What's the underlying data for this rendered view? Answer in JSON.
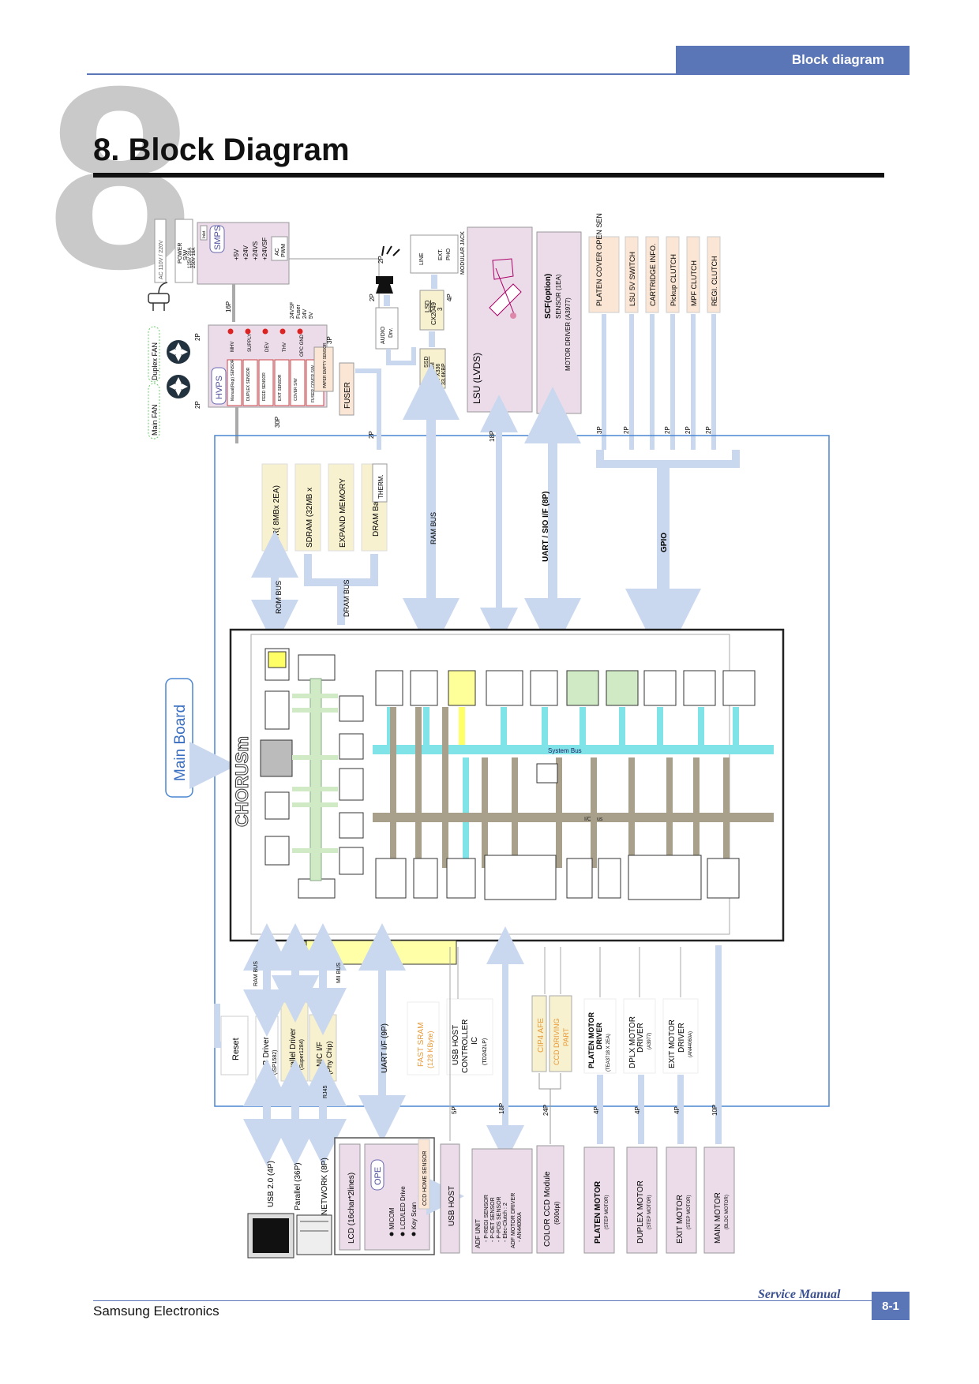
{
  "header": {
    "section_tab": "Block diagram",
    "chapter_number": "8",
    "title": "8. Block Diagram"
  },
  "footer": {
    "company": "Samsung Electronics",
    "manual": "Service Manual",
    "page": "8-1"
  },
  "colors": {
    "accent": "#5b76b6",
    "pink_box": "#ecdcea",
    "yellow_box": "#f7f1cf",
    "peach_box": "#fbe6d5",
    "orange_text": "#e69a3a",
    "blue_frame": "#4a86d0",
    "arrow": "#c9d8ee"
  },
  "top": {
    "ac_label": "AC 110V / 220V",
    "power_sw": [
      "POWER",
      "S/W",
      "125V 20A",
      "250V 16A"
    ],
    "smps": {
      "inlet": "Inlet",
      "title": "SMPS",
      "outputs": [
        "+5V",
        "+24V",
        "+24VS",
        "+24VSF"
      ],
      "ac": "AC",
      "pwm": "PWM"
    },
    "hvps": {
      "title": "HVPS",
      "outputs": [
        "MHV",
        "SUPPLY",
        "DEV",
        "THV",
        "OPC GND"
      ],
      "sensors": [
        "Manual(Regi) SENSOR",
        "DUPLEX SENSOR",
        "FEED SENSOR",
        "EXIT SENSOR",
        "COVER S/W",
        "FUSER COVER S/W"
      ]
    },
    "supply_lines": [
      "24VSF",
      "Fuser",
      "24V",
      "5V"
    ],
    "fans": {
      "duplex": "Duplex FAN",
      "main": "Main FAN"
    },
    "paper_empty": "PAPER EMPTY SENSOR",
    "fuser": "FUSER",
    "audio": {
      "l1": "AUDIO",
      "l2": "Drv."
    },
    "lsd": {
      "title": "LSD",
      "chip": "CX2049",
      "num": "3"
    },
    "ssd": {
      "title": "SSD",
      "l1": "MODEM",
      "l2": "SFX336",
      "l3": "33.6KBP"
    },
    "jack": {
      "line": "LINE",
      "ext": "EXT.",
      "pho": "PHO",
      "modular": "MODULAR JACK"
    },
    "lsu": "LSU (LVDS)",
    "scf": {
      "title": "SCF(option)",
      "l1": "SENSOR (1EA)",
      "l2": "MOTOR DRIVER (A3977)"
    },
    "right_items": [
      "PLATEN COVER OPEN SENSOR",
      "LSU 5V SWITCH",
      "CARTRIDGE INFO.",
      "Pickup CLUTCH",
      "MPF CLUTCH",
      "REGI. CLUTCH"
    ]
  },
  "connectors": {
    "p2": "2P",
    "p3": "3P",
    "p4": "4P",
    "p5": "5P",
    "p10": "10P",
    "p16": "16P",
    "p18": "18P",
    "p24": "24P",
    "p30": "30P"
  },
  "mid": {
    "memory": [
      "NOR( 8MBx 2EA)",
      "SDRAM (32MB x",
      "EXPAND MEMORY",
      "DRAM Backup"
    ],
    "rom_bus": "ROM BUS",
    "dram_bus": "DRAM BUS",
    "therm": "THERM.",
    "ram_bus": "RAM BUS",
    "uart_sio": "UART / SIO I/F (8P)",
    "gpio": "GPIO",
    "main_board": "Main Board",
    "chorus": "CHORUSm",
    "system_bus": "System Bus",
    "io_bus": "I/O Bus"
  },
  "bottom": {
    "reset": "Reset",
    "usb_driver": {
      "title": "USB Driver",
      "sub": "(ISP1582)"
    },
    "parallel_driver": {
      "title": "Parallel Driver",
      "sub": "(Super1284)"
    },
    "nic": {
      "title": "NIC I/F",
      "sub": "(Phy Chip)"
    },
    "ram_bus": "RAM BUS",
    "mii_bus": "MII BUS",
    "rj45": "RJ45",
    "uart": "UART I/F (9P)",
    "fast_sram": {
      "l1": "FAST SRAM",
      "l2": "(128 KByte)"
    },
    "usb_host_ic": {
      "l1": "USB HOST",
      "l2": "CONTROLLER",
      "l3": "IC",
      "sub": "(TD242LP)"
    },
    "cip4": "CIP4 AFE",
    "ccd_driving": {
      "l1": "CCD DRIVING",
      "l2": "PART"
    },
    "drivers": [
      {
        "l1": "PLATEN MOTOR",
        "l2": "DRIVER",
        "sub": "(TEA3718 X 2EA)"
      },
      {
        "l1": "DPLX MOTOR",
        "l2": "DRIVER",
        "sub": "(A3977)"
      },
      {
        "l1": "EXIT MOTOR",
        "l2": "DRIVER",
        "sub": "(AN44060A)"
      }
    ],
    "ports": [
      "USB 2.0 (4P)",
      "Parallel (36P)",
      "NETWORK (8P)"
    ],
    "lcd": "LCD (16char*2lines)",
    "ope": {
      "title": "OPE",
      "items": [
        "MICOM",
        "LCD/LED Drive",
        "Key Scan"
      ]
    },
    "ccd_home": "CCD HOME SENSOR",
    "usb_host": "USB HOST",
    "adf": {
      "title": "ADF UNIT",
      "items": [
        "- P-REGI SENSOR",
        "- P-DET SENSOR",
        "- P-POS SENSOR",
        "- Elec-Clutch : 2",
        "ADF MOTOR DRIVER",
        "- AN44060A"
      ]
    },
    "ccd_module": {
      "l1": "COLOR CCD Module",
      "l2": "(600dpi)"
    },
    "motors": [
      {
        "l1": "PLATEN MOTOR",
        "l2": "(STEP MOTOR)"
      },
      {
        "l1": "DUPLEX MOTOR",
        "l2": "(STEP MOTOR)"
      },
      {
        "l1": "EXIT MOTOR",
        "l2": "(STEP MOTOR)"
      },
      {
        "l1": "MAIN MOTOR",
        "l2": "(BLDC MOTOR)"
      }
    ]
  }
}
